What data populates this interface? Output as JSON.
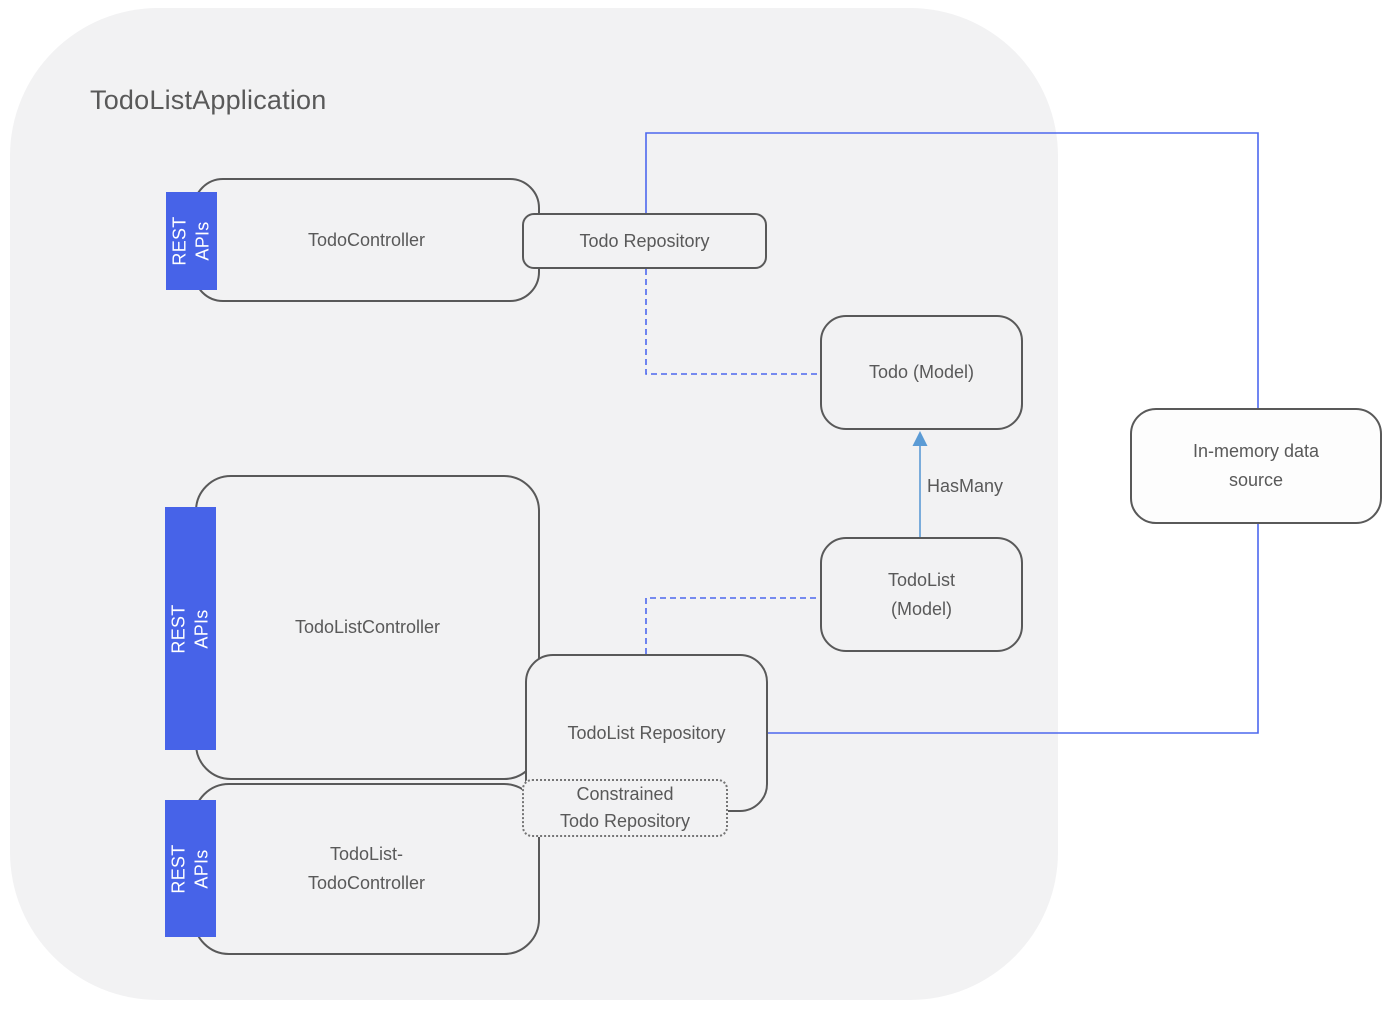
{
  "diagram": {
    "title": "TodoListApplication",
    "nodes": {
      "todo_controller": {
        "label": "TodoController",
        "badge": "REST\nAPIs"
      },
      "todo_repository": {
        "label": "Todo Repository"
      },
      "todo_model": {
        "label": "Todo (Model)"
      },
      "todolist_controller": {
        "label": "TodoListController",
        "badge": "REST APIs"
      },
      "todolist_model": {
        "label": "TodoList\n(Model)"
      },
      "todolist_repository": {
        "label": "TodoList Repository"
      },
      "constrained_todo_repository": {
        "label": "Constrained\nTodo Repository"
      },
      "todolist_todo_controller": {
        "label": "TodoList-\nTodoController",
        "badge": "REST APIs"
      },
      "in_memory_data_source": {
        "label": "In-memory data\nsource"
      }
    },
    "edges": {
      "has_many_label": "HasMany"
    },
    "colors": {
      "accent_blue": "#4763e8",
      "connector_blue": "#4d68ee",
      "arrow_blue": "#5b9bd5",
      "border_gray": "#595959",
      "text_gray": "#595959",
      "container_bg": "#f2f2f3",
      "page_bg": "#ffffff"
    }
  }
}
